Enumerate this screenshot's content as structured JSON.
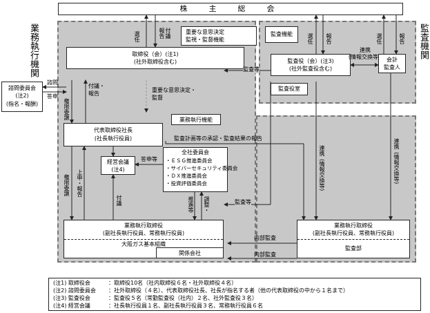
{
  "shareholders": "株　主　総　会",
  "left_label": "業務執行機関",
  "right_label": "監査機関",
  "board": {
    "title": "取締役（会）(注1)",
    "sub": "(社外取締役含む)",
    "function": [
      "重要な意思決定",
      "監視・監督機能"
    ],
    "elect": "選任",
    "report": [
      "報告",
      "付議"
    ]
  },
  "audit_function": "監査機能",
  "auditors": {
    "title": "監査役（会）(注3)",
    "sub": "(社外監査役含む)",
    "office": "監査役室",
    "elect": "選任",
    "report": "報告"
  },
  "accounting_auditor": [
    "会計",
    "監査人"
  ],
  "cooperation_top": [
    "連携",
    "(情報交換等)"
  ],
  "advisory": {
    "title": "諮問委員会",
    "note": "(注2)",
    "sub": "(指名・報酬)",
    "consult": "諮問",
    "report": "答申"
  },
  "delegation_board": "権限委譲",
  "submit_report": [
    "付議・",
    "報告"
  ],
  "important_decision": [
    "重要な意思決定・",
    "監督"
  ],
  "audit_etc_top": "監査等",
  "business_function": "業務執行機能",
  "president": {
    "title": "代表取締役社長",
    "sub": "(社長執行役員)"
  },
  "audit_plan_label": "監査計画等の承認・監査結果の報告",
  "management_meeting": {
    "title": "経営会議",
    "note": "(注4)"
  },
  "consultation": "答申等",
  "committees": {
    "title": "全社委員会",
    "items": [
      "・ＥＳＧ推進委員会",
      "・サイバーセキュリティ委員会",
      "・ＤＸ推進委員会",
      "・投資評価委員会"
    ]
  },
  "delegation_left": "権限委譲",
  "report_up": "上申・報告",
  "submit_left": "付議",
  "coordination": [
    "推進等",
    "調整・"
  ],
  "audit_etc_mid": "監査等",
  "coop_mid": [
    "連携",
    "(情報交換等)"
  ],
  "coop_right": [
    "連携",
    "(情報交換等)"
  ],
  "exec_directors": {
    "title": "業務執行取締役",
    "sub": "(副社長執行役員、常務執行役員)",
    "osaka_gas": "大阪ガス基本組織",
    "affiliates": "関係会社"
  },
  "exec_directors_right": {
    "title": "業務執行取締役",
    "sub": "(副社長執行役員、常務執行役員)",
    "audit_dept": "監査部"
  },
  "internal_audit_1": "内部監査",
  "internal_audit_2": "内部監査",
  "notes": [
    {
      "label": "(注1) 取締役会",
      "text": "：取締役10名（社内取締役６名・社外取締役４名）"
    },
    {
      "label": "(注2) 諮問委員会",
      "text": "：社外取締役（４名）、代表取締役社長、社長が指名する者（他の代表取締役の中から１名まで）"
    },
    {
      "label": "(注3) 監査役会",
      "text": "：監査役５名（常勤監査役（社内）２名、社外監査役３名）"
    },
    {
      "label": "(注4) 経営会議",
      "text": "：社長執行役員１名、副社長執行役員３名、常務執行役員６名"
    }
  ]
}
